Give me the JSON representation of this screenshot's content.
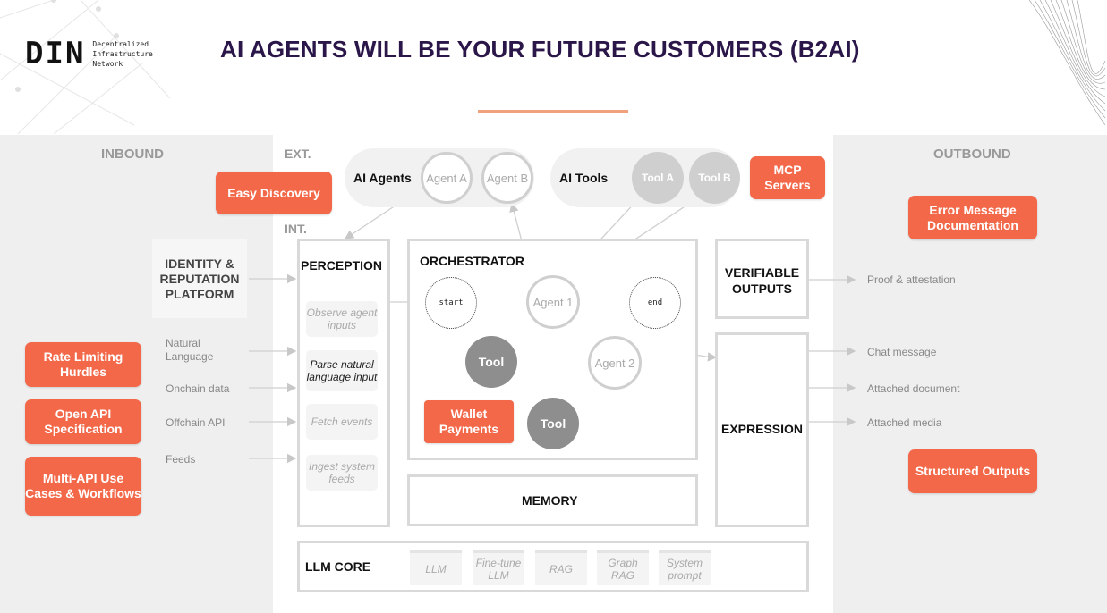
{
  "logo": {
    "mark": "DIN",
    "line1": "Decentralized",
    "line2": "Infrastructure",
    "line3": "Network"
  },
  "title": "AI AGENTS WILL BE YOUR FUTURE CUSTOMERS (B2AI)",
  "accent_color": "#f26849",
  "inbound": {
    "header": "INBOUND",
    "identity": "IDENTITY & REPUTATION PLATFORM",
    "inputs": [
      "Natural Language",
      "Onchain data",
      "Offchain API",
      "Feeds"
    ],
    "badges": [
      "Rate Limiting Hurdles",
      "Open API Specification",
      "Multi-API Use Cases & Workflows"
    ]
  },
  "center": {
    "ext_label": "EXT.",
    "int_label": "INT.",
    "easy_discovery": "Easy Discovery",
    "ai_agents_label": "AI Agents",
    "agent_a": "Agent A",
    "agent_b": "Agent B",
    "ai_tools_label": "AI Tools",
    "tool_a": "Tool A",
    "tool_b": "Tool B",
    "mcp": "MCP Servers",
    "perception": {
      "title": "PERCEPTION",
      "items": [
        "Observe agent inputs",
        "Parse natural language input",
        "Fetch events",
        "Ingest system feeds"
      ]
    },
    "orchestrator": {
      "title": "ORCHESTRATOR",
      "start": "_start_",
      "end": "_end_",
      "agent1": "Agent 1",
      "agent2": "Agent 2",
      "tool": "Tool",
      "wallet": "Wallet Payments"
    },
    "memory": "MEMORY",
    "verifiable": "VERIFIABLE OUTPUTS",
    "expression": "EXPRESSION",
    "llm_core": {
      "title": "LLM CORE",
      "items": [
        "LLM",
        "Fine-tune LLM",
        "RAG",
        "Graph RAG",
        "System prompt"
      ]
    }
  },
  "outbound": {
    "header": "OUTBOUND",
    "error_badge": "Error Message Documentation",
    "proof": "Proof & attestation",
    "outputs": [
      "Chat message",
      "Attached document",
      "Attached media"
    ],
    "structured": "Structured Outputs"
  }
}
